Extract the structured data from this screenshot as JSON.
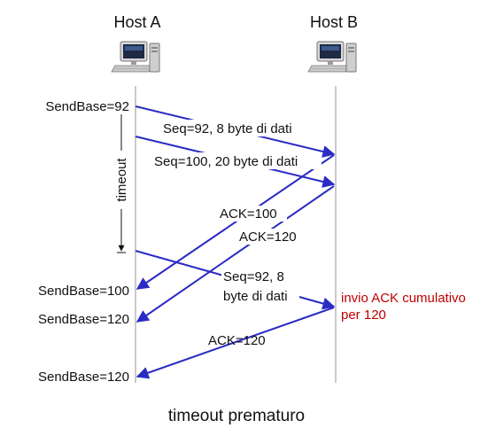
{
  "hosts": {
    "a": "Host A",
    "b": "Host B"
  },
  "sender_labels": {
    "sendbase_1": "SendBase=92",
    "sendbase_2": "SendBase=100",
    "sendbase_3": "SendBase=120",
    "sendbase_4": "SendBase=120"
  },
  "timer_label": "timeout",
  "messages": {
    "seg1": "Seq=92, 8 byte di dati",
    "seg2": "Seq=100, 20 byte di dati",
    "ack1": "ACK=100",
    "ack2": "ACK=120",
    "retx_line1": "Seq=92,  8",
    "retx_line2": "byte di dati",
    "ack3": "ACK=120"
  },
  "receiver_note": {
    "line1": "invio ACK cumulativo",
    "line2": "per 120"
  },
  "caption": "timeout prematuro",
  "colors": {
    "arrow": "#2b2bc4",
    "timeline": "#a8a8a8",
    "note": "#c00000"
  }
}
